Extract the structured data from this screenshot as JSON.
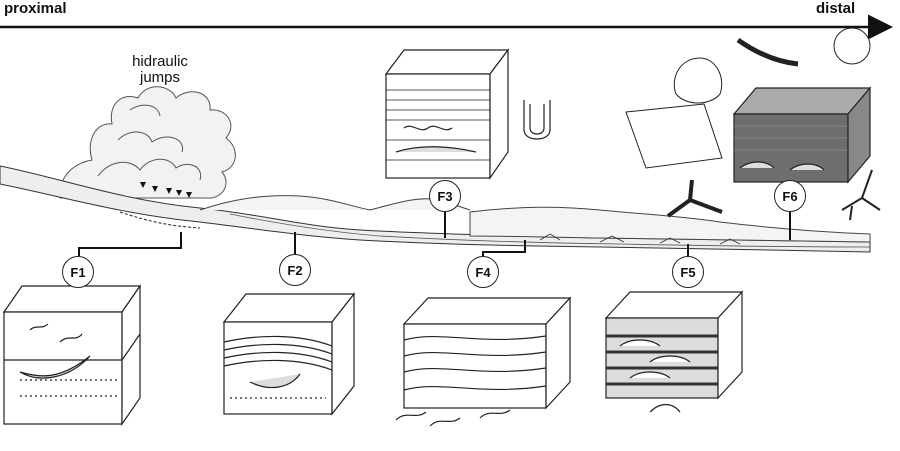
{
  "axis": {
    "start_label": "proximal",
    "end_label": "distal"
  },
  "annotation": {
    "line1": "hidraulic",
    "line2": "jumps"
  },
  "facies": [
    {
      "id": "F1",
      "label": "F1"
    },
    {
      "id": "F2",
      "label": "F2"
    },
    {
      "id": "F3",
      "label": "F3"
    },
    {
      "id": "F4",
      "label": "F4"
    },
    {
      "id": "F5",
      "label": "F5"
    },
    {
      "id": "F6",
      "label": "F6"
    }
  ],
  "colors": {
    "ink": "#222222",
    "sediment_fill": "#eeeeee",
    "mud_block": "#6e6e6e",
    "background": "#ffffff"
  }
}
